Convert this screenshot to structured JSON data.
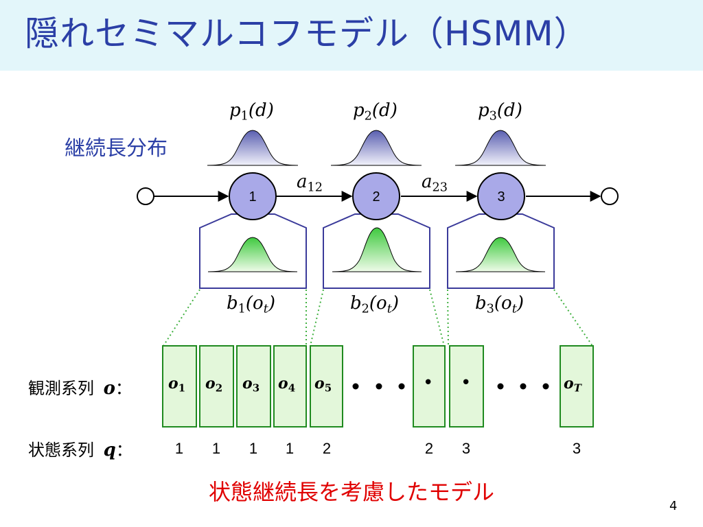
{
  "title": "隠れセミマルコフモデル（HSMM）",
  "duration_label": "継続長分布",
  "duration_dists": [
    "p1(d)",
    "p2(d)",
    "p3(d)"
  ],
  "states": [
    "1",
    "2",
    "3"
  ],
  "transitions": [
    "a12",
    "a23"
  ],
  "output_dists": [
    "b1(ot)",
    "b2(ot)",
    "b3(ot)"
  ],
  "observation_label": "観測系列",
  "observation_symbol": "o",
  "state_label": "状態系列",
  "state_symbol": "q",
  "observations": [
    "o1",
    "o2",
    "o3",
    "o4",
    "o5",
    "•",
    "•",
    "oT"
  ],
  "state_sequence": [
    "1",
    "1",
    "1",
    "1",
    "2",
    "2",
    "3",
    "3"
  ],
  "caption": "状態継続長を考慮したモデル",
  "page_number": "4",
  "colors": {
    "title_text": "#2b3fa6",
    "title_bg": "#e3f6fa",
    "state_fill": "#a9a9e8",
    "box_stroke": "#3a3a9a",
    "obs_stroke": "#1f8a1f",
    "obs_fill": "#e3f7da",
    "caption": "#e00000"
  }
}
